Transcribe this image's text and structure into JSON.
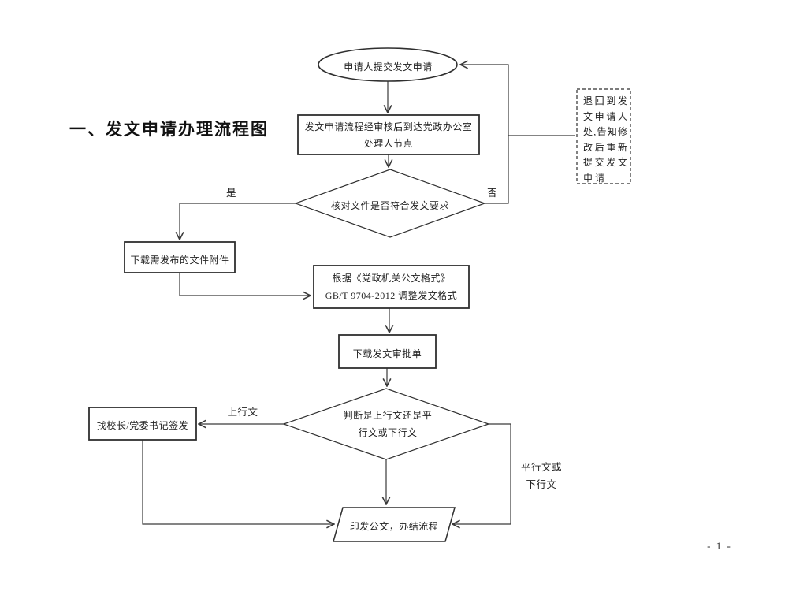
{
  "page": {
    "title": "一、发文申请办理流程图",
    "page_number": "- 1 -"
  },
  "flow": {
    "start_ellipse": "申请人提交发文申请",
    "node_arrival": {
      "line1": "发文申请流程经审核后到达党政办公室",
      "line2": "处理人节点"
    },
    "decision_check": "核对文件是否符合发文要求",
    "label_yes": "是",
    "label_no": "否",
    "node_download_attachment": "下载需发布的文件附件",
    "node_format": {
      "line1": "根据《党政机关公文格式》",
      "line2": "GB/T 9704-2012 调整发文格式"
    },
    "node_download_approval": "下载发文审批单",
    "decision_type": {
      "line1": "判断是上行文还是平",
      "line2": "行文或下行文"
    },
    "label_upward": "上行文",
    "label_parallel": {
      "line1": "平行文或",
      "line2": "下行文"
    },
    "node_sign": "找校长/党委书记签发",
    "node_publish": "印发公文，办结流程",
    "dashed_note": {
      "lines": [
        "退回到发",
        "文申请人",
        "处,告知修",
        "改后重新",
        "提交发文",
        "申请"
      ]
    }
  }
}
